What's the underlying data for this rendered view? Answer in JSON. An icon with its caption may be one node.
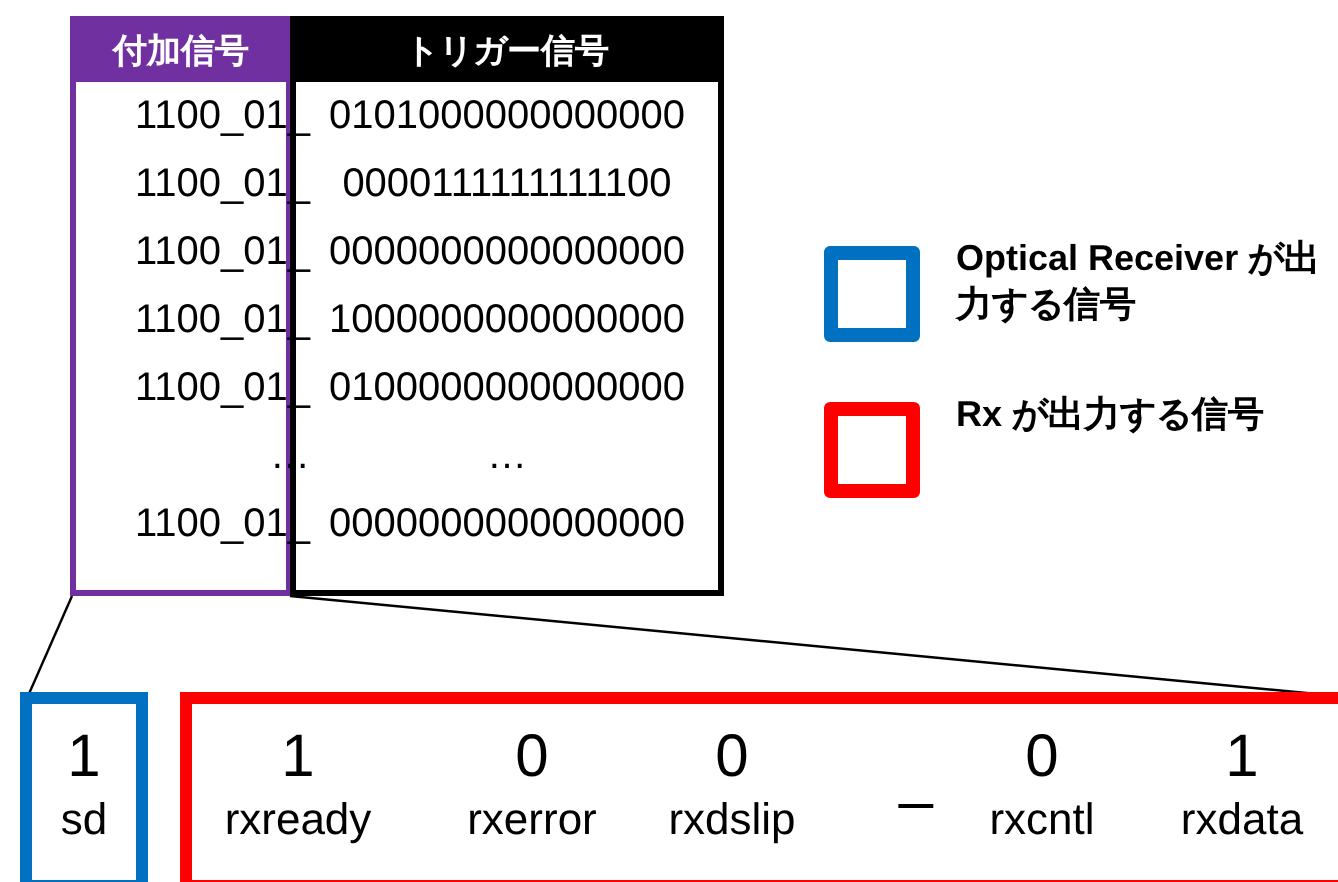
{
  "diagram": {
    "nodes": [
      {
        "text": [
          "付加信号",
          "1100_01_",
          "1100_01_",
          "1100_01_",
          "1100_01_",
          "1100_01_",
          "…",
          "1100_01_"
        ]
      },
      {
        "text": [
          "トリガー信号",
          "0101000000000000",
          "0000111111111100",
          "0000000000000000",
          "1000000000000000",
          "0100000000000000",
          "…",
          "0000000000000000"
        ]
      },
      {
        "text": [
          "1",
          "sd"
        ]
      },
      {
        "text": [],
        "shape": "box"
      },
      {
        "text": [
          "1",
          "rxready"
        ],
        "in": 3
      },
      {
        "text": [
          "0",
          "rxerror"
        ],
        "in": 3
      },
      {
        "text": [
          "0",
          "rxdslip"
        ],
        "in": 3
      },
      {
        "text": [
          "_"
        ],
        "in": 3
      },
      {
        "text": [
          "0",
          "rxcntl"
        ],
        "in": 3
      },
      {
        "text": [
          "1",
          "rxdata"
        ],
        "in": 3
      }
    ],
    "edges": [
      {
        "from": 0,
        "to": 2,
        "arrow": "none"
      },
      {
        "from": 0,
        "to": 3,
        "arrow": "none"
      }
    ],
    "legend": [
      {
        "text": "Optical Receiver が出力する信号",
        "color": "#0070c0"
      },
      {
        "text": "Rx が出力する信号",
        "color": "#ff0000"
      }
    ]
  }
}
